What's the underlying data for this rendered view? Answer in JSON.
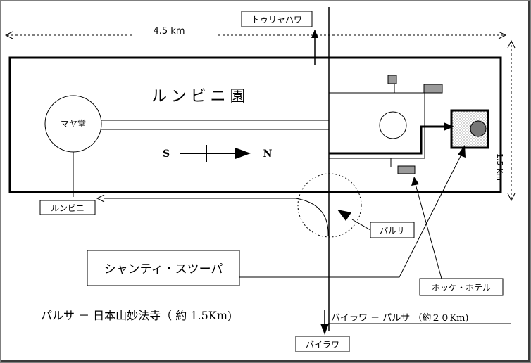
{
  "labels": {
    "top_road": "トゥリャハワ",
    "bottom_road": "バイラワ",
    "lumbini_town": "ルンビニ",
    "park_title": "ルンビニ園",
    "maya_hall": "マヤ堂",
    "dir_south": "S",
    "dir_north": "N",
    "width_dim": "4.5 km",
    "height_dim": "1.5 Km",
    "parsa": "パルサ",
    "shanti_stupa": "シャンティ・スツーパ",
    "hokke_hotel": "ホッケ・ホテル",
    "note_left": "パルサ － 日本山妙法寺（ 約 1.5Km)",
    "note_right": "バイラワ － パルサ （約２０Km)"
  },
  "colors": {
    "line": "#000000",
    "building_fill": "#9a9a9a",
    "frame_border": "#7f7f7f"
  }
}
